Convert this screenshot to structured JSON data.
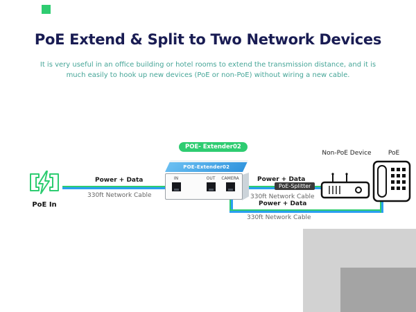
{
  "header": {
    "title": "PoE Extend & Split to Two Network Devices",
    "subtitle_lines": [
      "It is very useful in an office building or hotel rooms to extend the transmission distance, and it is",
      "much easily to hook up new devices (PoE or non-PoE) without wiring a new cable."
    ]
  },
  "diagram": {
    "poe_in_label": "PoE In",
    "extender": {
      "badge_label": "POE- Extender02",
      "top_label": "POE-Extender02",
      "ports": [
        {
          "label": "IN"
        },
        {
          "label": "OUT"
        },
        {
          "label": "CAMERA"
        }
      ]
    },
    "cables": [
      {
        "top_label": "Power + Data",
        "bottom_label": "330ft Network Cable"
      },
      {
        "top_label": "Power + Data",
        "bottom_label": "330ft Network Cable",
        "splitter_label": "PoE-Splitter"
      },
      {
        "top_label": "Power + Data",
        "bottom_label": "330ft Network Cable"
      }
    ],
    "right_devices": [
      {
        "label": "Non-PoE Device"
      },
      {
        "label": "PoE"
      }
    ]
  },
  "colors": {
    "accent_green": "#2ecc71",
    "title_navy": "#191c53",
    "subtitle_teal": "#45a597",
    "cable_blue": "#2b9ff0",
    "extender_top_blue": "#2f93dd",
    "splitter_badge_bg": "#3a3a3a",
    "corner_gray_light": "#d2d2d2",
    "corner_gray_dark": "#a4a4a4"
  }
}
